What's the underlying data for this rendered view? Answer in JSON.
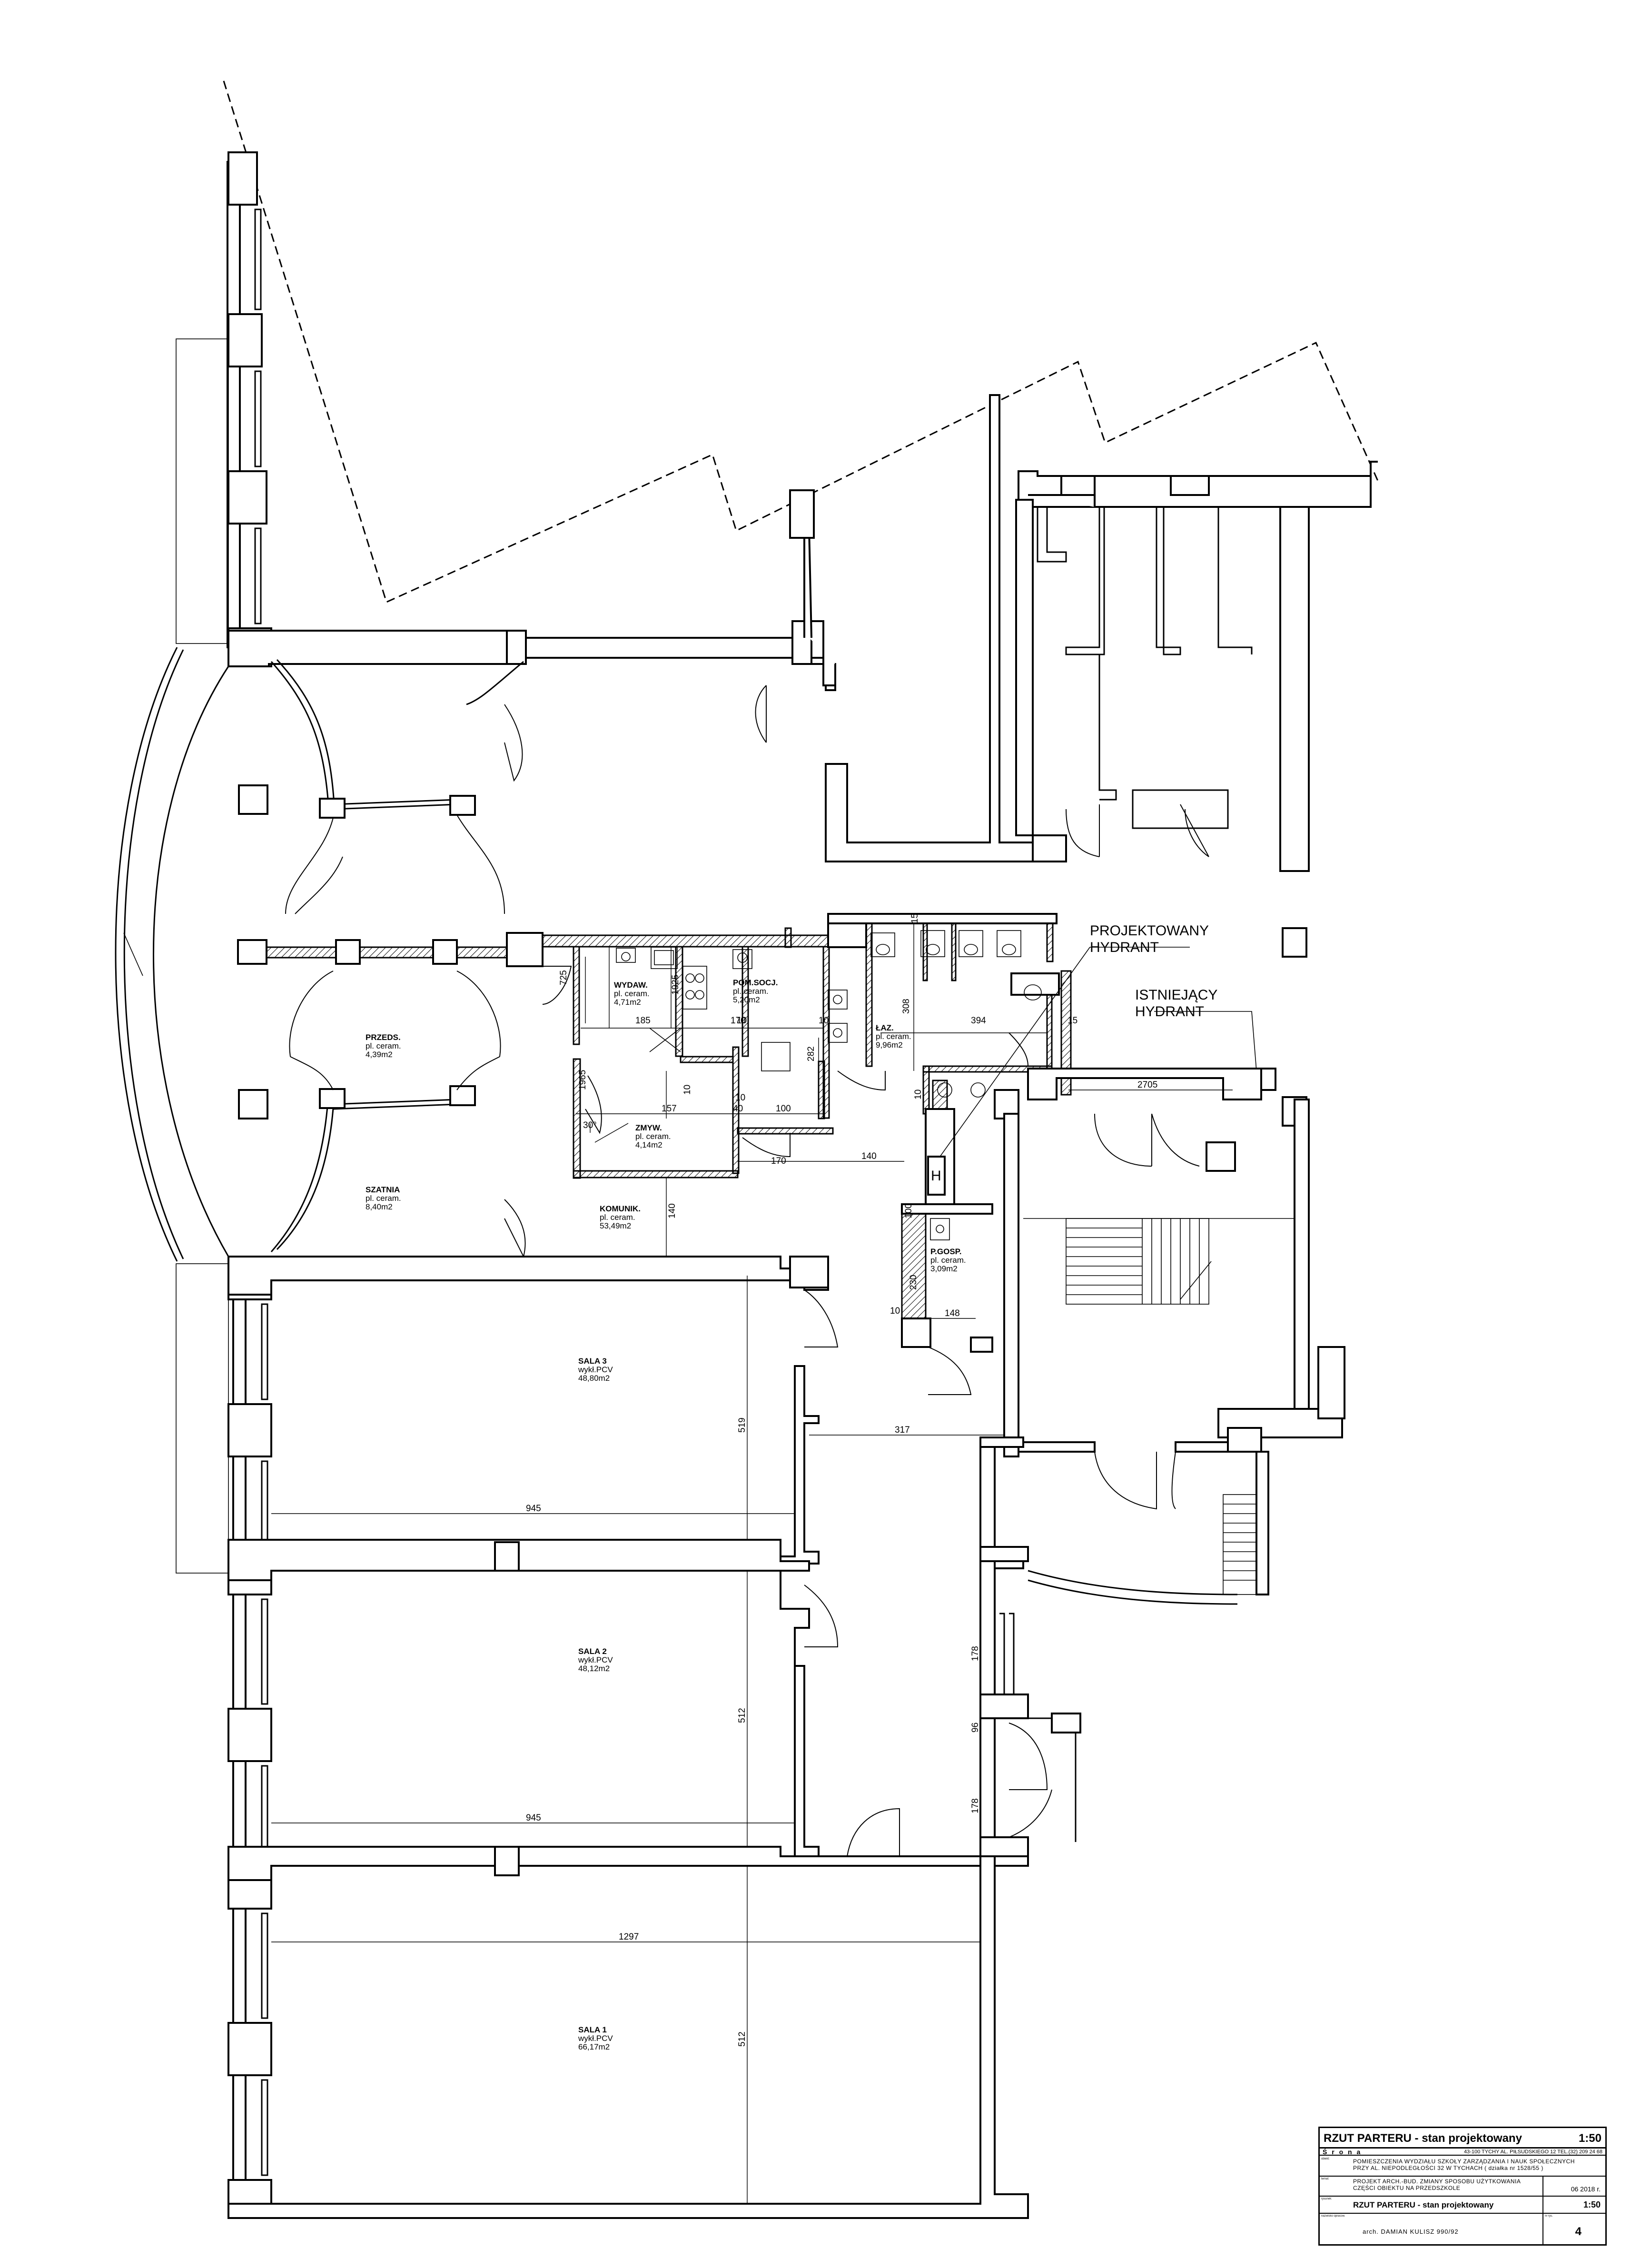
{
  "rooms": [
    {
      "name": "PRZEDS.",
      "finish": "pl. ceram.",
      "area": "4,39m2"
    },
    {
      "name": "SZATNIA",
      "finish": "pl. ceram.",
      "area": "8,40m2"
    },
    {
      "name": "WYDAW.",
      "finish": "pl. ceram.",
      "area": "4,71m2"
    },
    {
      "name": "POM.SOCJ.",
      "finish": "pl. ceram.",
      "area": "5,20m2"
    },
    {
      "name": "ŁAZ.",
      "finish": "pl. ceram.",
      "area": "9,96m2"
    },
    {
      "name": "ZMYW.",
      "finish": "pl. ceram.",
      "area": "4,14m2"
    },
    {
      "name": "KOMUNIK.",
      "finish": "pl. ceram.",
      "area": "53,49m2"
    },
    {
      "name": "P.GOSP.",
      "finish": "pl. ceram.",
      "area": "3,09m2"
    },
    {
      "name": "SALA 3",
      "finish": "wykł.PCV",
      "area": "48,80m2"
    },
    {
      "name": "SALA 2",
      "finish": "wykł.PCV",
      "area": "48,12m2"
    },
    {
      "name": "SALA 1",
      "finish": "wykł.PCV",
      "area": "66,17m2"
    }
  ],
  "callouts": {
    "projected_hydrant": [
      "PROJEKTOWANY",
      "HYDRANT"
    ],
    "existing_hydrant": [
      "ISTNIEJĄCY",
      "HYDRANT"
    ],
    "hydrant_symbol": "H"
  },
  "dimensions": {
    "d725": "725",
    "d185": "185",
    "d1925": "1925",
    "d170a": "170",
    "d10a": "10",
    "d10b": "10",
    "d282": "282",
    "d394": "394",
    "d15a": "15",
    "d15b": "15",
    "d308": "308",
    "d2705": "2705",
    "d1965": "1965",
    "d157": "157",
    "d40": "40",
    "d100": "100",
    "d170b": "170",
    "d140a": "140",
    "d30deg": "30°",
    "d140b": "140",
    "d10c": "10",
    "d10d": "10",
    "d10e": "10",
    "d100b": "100",
    "d10f": "10",
    "d230": "230",
    "d148": "148",
    "d519": "519",
    "d317": "317",
    "d945a": "945",
    "d178a": "178",
    "d96": "96",
    "d178b": "178",
    "d512a": "512",
    "d945b": "945",
    "d1297": "1297",
    "d512b": "512"
  },
  "title_block": {
    "title": "RZUT PARTERU - stan projektowany",
    "scale": "1:50",
    "firm": "Ś r o n a",
    "firm_address": "43-100 TYCHY AL. PIŁSUDSKIEGO 12  TEL.(32) 209 24 68",
    "object_caption": "obiekt:",
    "object_lines": [
      "POMIESZCZENIA WYDZIAŁU SZKOŁY ZARZĄDZANIA I NAUK SPOŁECZNYCH",
      "PRZY AL. NIEPODLEGŁOŚCI 32 W TYCHACH ( działka nr 1528/55 )"
    ],
    "subject_caption": "temat:",
    "subject_lines": [
      "PROJEKT ARCH.-BUD. ZMIANY SPOSOBU UŻYTKOWANIA",
      "CZĘŚCI OBIEKTU NA PRZEDSZKOLE"
    ],
    "date": "06 2018 r.",
    "drawing_caption": "rysunek:",
    "drawing_title": "RZUT PARTERU - stan projektowany",
    "drawing_scale": "1:50",
    "author_caption": "nazwisko opracow.",
    "author": "arch. DAMIAN KULISZ 990/92",
    "sheet_caption": "nr rys.",
    "sheet_no": "4"
  }
}
